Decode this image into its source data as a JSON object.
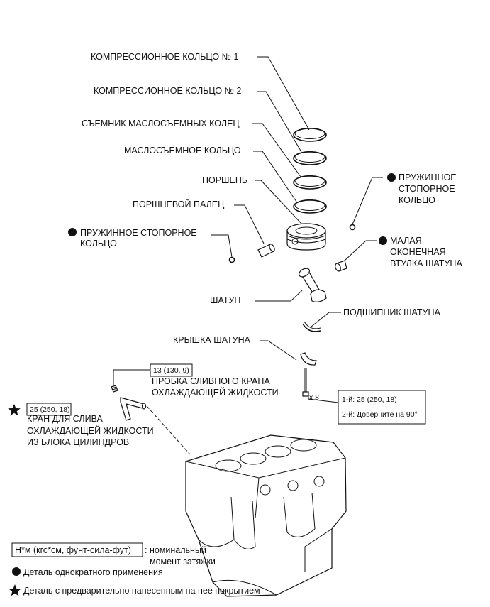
{
  "labels": {
    "comp_ring_1": "КОМПРЕССИОННОЕ КОЛЬЦО № 1",
    "comp_ring_2": "КОМПРЕССИОННОЕ КОЛЬЦО № 2",
    "oil_ring_expander": "СЪЕМНИК МАСЛОСЪЕМНЫХ КОЛЕЦ",
    "oil_ring": "МАСЛОСЪЕМНОЕ КОЛЬЦО",
    "piston": "ПОРШЕНЬ",
    "piston_pin": "ПОРШНЕВОЙ ПАЛЕЦ",
    "snap_ring_left_1": "ПРУЖИННОЕ СТОПОРНОЕ",
    "snap_ring_left_2": "КОЛЬЦО",
    "snap_ring_right_1": "ПРУЖИННОЕ",
    "snap_ring_right_2": "СТОПОРНОЕ",
    "snap_ring_right_3": "КОЛЬЦО",
    "bushing_1": "МАЛАЯ",
    "bushing_2": "ОКОНЕЧНАЯ",
    "bushing_3": "ВТУЛКА ШАТУНА",
    "conrod": "ШАТУН",
    "bearing": "ПОДШИПНИК ШАТУНА",
    "cap": "КРЫШКА ШАТУНА",
    "plug_1": "ПРОБКА СЛИВНОГО КРАНА",
    "plug_2": "ОХЛАЖДАЮЩЕЙ ЖИДКОСТИ",
    "cock_1": "КРАН ДЛЯ СЛИВА",
    "cock_2": "ОХЛАЖДАЮЩЕЙ ЖИДКОСТИ",
    "cock_3": "ИЗ БЛОКА ЦИЛИНДРОВ"
  },
  "torques": {
    "plug": "13 (130, 9)",
    "cock": "25 (250, 18)",
    "cap_step1": "1-й: 25 (250, 18)",
    "cap_step2": "2-й: Доверните на 90°",
    "bolt_count": "x 8"
  },
  "legend": {
    "torque_units": "Н*м (кгс*см, фунт-сила-фут)",
    "torque_desc_1": ": номинальный",
    "torque_desc_2": "момент затяжки",
    "non_reusable": "Деталь однократного применения",
    "precoated": "Деталь с предварительно нанесенным на нее покрытием"
  },
  "symbols": {
    "non_reusable": "filled-circle-icon",
    "precoated": "star-icon"
  }
}
